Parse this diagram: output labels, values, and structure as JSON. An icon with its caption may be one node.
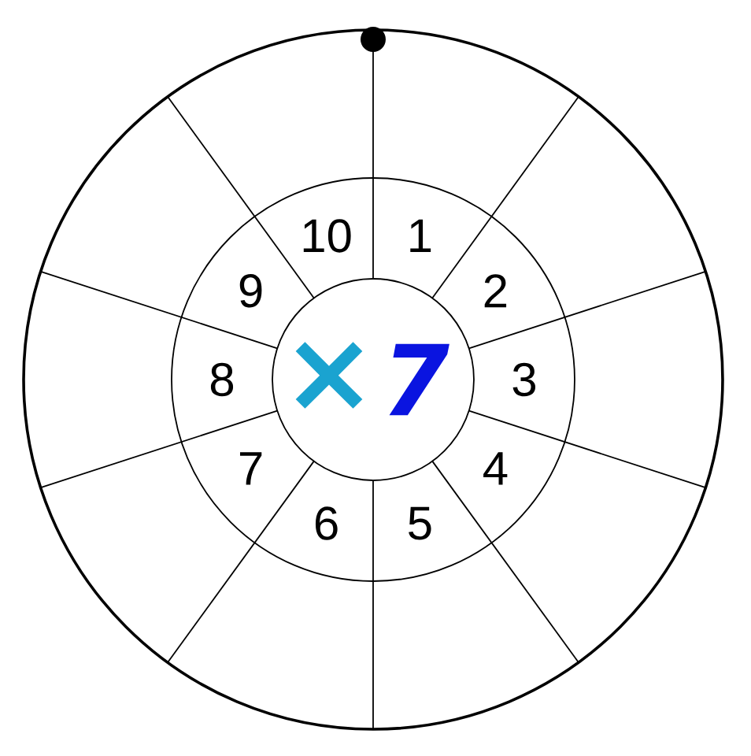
{
  "diagram": {
    "labels": [
      "1",
      "2",
      "3",
      "4",
      "5",
      "6",
      "7",
      "8",
      "9",
      "10",
      "×",
      "7"
    ]
  }
}
